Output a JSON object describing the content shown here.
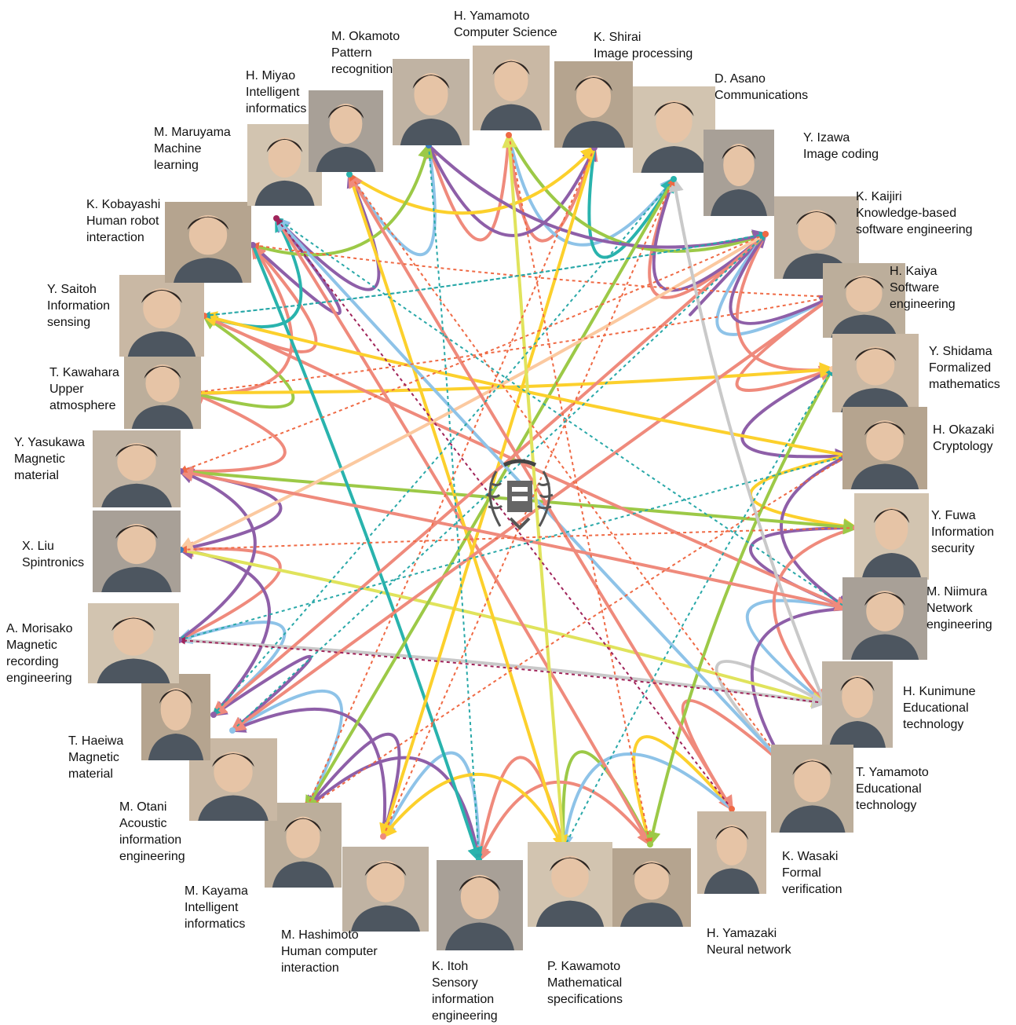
{
  "colors": {
    "blue": "#8ec3e8",
    "salmon": "#ef8a7c",
    "orange": "#f9a57a",
    "yellow": "#fcd02c",
    "purple": "#8e5fa8",
    "green": "#9cc947",
    "teal": "#29b3ad",
    "gray": "#c9c9c9",
    "peach": "#fbc9a0",
    "lime": "#e0e35c",
    "dashed_orange": "#ef6a45",
    "dashed_teal": "#29a8a8"
  },
  "emblem": {
    "icon": "university-crest-icon"
  },
  "members": [
    {
      "name": "H. Yamamoto",
      "field": [
        "Computer Science"
      ],
      "hub_color": "#ef6a45"
    },
    {
      "name": "K. Shirai",
      "field": [
        "Image processing"
      ],
      "hub_color": "#8e5fa8"
    },
    {
      "name": "D. Asano",
      "field": [
        "Communications"
      ],
      "hub_color": "#29b3ad"
    },
    {
      "name": "Y. Izawa",
      "field": [
        "Image coding"
      ],
      "hub_color": "#ef8a7c"
    },
    {
      "name": "K. Kaijiri",
      "field": [
        "Knowledge-based",
        "software engineering"
      ],
      "hub_color": "#ef6a45"
    },
    {
      "name": "H. Kaiya",
      "field": [
        "Software",
        "engineering"
      ],
      "hub_color": "#8ec3e8"
    },
    {
      "name": "Y. Shidama",
      "field": [
        "Formalized",
        "mathematics"
      ],
      "hub_color": "#fbc9a0"
    },
    {
      "name": "H. Okazaki",
      "field": [
        "Cryptology"
      ],
      "hub_color": "#fcd02c"
    },
    {
      "name": "Y. Fuwa",
      "field": [
        "Information",
        "security"
      ],
      "hub_color": "#ef8a7c"
    },
    {
      "name": "M. Niimura",
      "field": [
        "Network",
        "engineering"
      ],
      "hub_color": "#8ec3e8"
    },
    {
      "name": "H. Kunimune",
      "field": [
        "Educational",
        "technology"
      ],
      "hub_color": "#c9c9c9"
    },
    {
      "name": "T. Yamamoto",
      "field": [
        "Educational",
        "technology"
      ],
      "hub_color": "#ef8a7c"
    },
    {
      "name": "K. Wasaki",
      "field": [
        "Formal",
        "verification"
      ],
      "hub_color": "#ef6a45"
    },
    {
      "name": "H. Yamazaki",
      "field": [
        "Neural network"
      ],
      "hub_color": "#9cc947"
    },
    {
      "name": "P. Kawamoto",
      "field": [
        "Mathematical",
        "specifications"
      ],
      "hub_color": "#fbc9a0"
    },
    {
      "name": "K. Itoh",
      "field": [
        "Sensory",
        "information",
        "engineering"
      ],
      "hub_color": "#29b3ad"
    },
    {
      "name": "M. Hashimoto",
      "field": [
        "Human computer",
        "interaction"
      ],
      "hub_color": "#ef8a7c"
    },
    {
      "name": "M. Kayama",
      "field": [
        "Intelligent",
        "informatics"
      ],
      "hub_color": "#ef6a45"
    },
    {
      "name": "M. Otani",
      "field": [
        "Acoustic",
        "information",
        "engineering"
      ],
      "hub_color": "#8ec3e8"
    },
    {
      "name": "T. Haeiwa",
      "field": [
        "Magnetic",
        "material"
      ],
      "hub_color": "#8e5fa8"
    },
    {
      "name": "A. Morisako",
      "field": [
        "Magnetic",
        "recording",
        "engineering"
      ],
      "hub_color": "#8e5fa8"
    },
    {
      "name": "X. Liu",
      "field": [
        "Spintronics"
      ],
      "hub_color": "#3a7cc0"
    },
    {
      "name": "Y. Yasukawa",
      "field": [
        "Magnetic",
        "material"
      ],
      "hub_color": "#8e5fa8"
    },
    {
      "name": "T. Kawahara",
      "field": [
        "Upper",
        "atmosphere"
      ],
      "hub_color": "#8ec3e8"
    },
    {
      "name": "Y. Saitoh",
      "field": [
        "Information",
        "sensing"
      ],
      "hub_color": "#ef6a45"
    },
    {
      "name": "K. Kobayashi",
      "field": [
        "Human robot",
        "interaction"
      ],
      "hub_color": "#8e5fa8"
    },
    {
      "name": "M. Maruyama",
      "field": [
        "Machine",
        "learning"
      ],
      "hub_color": "#a0245a"
    },
    {
      "name": "H. Miyao",
      "field": [
        "Intelligent",
        "informatics"
      ],
      "hub_color": "#29b3ad"
    },
    {
      "name": "M. Okamoto",
      "field": [
        "Pattern",
        "recognition"
      ],
      "hub_color": "#3a7cc0"
    }
  ],
  "links": [
    {
      "from": 0,
      "to": 1,
      "color": "#ef8a7c",
      "style": "solid",
      "bend": 0.55
    },
    {
      "from": 0,
      "to": 28,
      "color": "#ef8a7c",
      "style": "solid",
      "bend": 0.55
    },
    {
      "from": 0,
      "to": 2,
      "color": "#8ec3e8",
      "style": "solid",
      "bend": 0.5
    },
    {
      "from": 28,
      "to": 1,
      "color": "#8e5fa8",
      "style": "solid",
      "bend": 0.5
    },
    {
      "from": 28,
      "to": 27,
      "color": "#8ec3e8",
      "style": "solid",
      "bend": 0.55
    },
    {
      "from": 1,
      "to": 2,
      "color": "#29b3ad",
      "style": "solid",
      "bend": 0.55
    },
    {
      "from": 2,
      "to": 3,
      "color": "#ef8a7c",
      "style": "solid",
      "bend": 0.6
    },
    {
      "from": 2,
      "to": 4,
      "color": "#8e5fa8",
      "style": "solid",
      "bend": 0.55
    },
    {
      "from": 3,
      "to": 4,
      "color": "#8e5fa8",
      "style": "solid",
      "bend": 0.6
    },
    {
      "from": 4,
      "to": 5,
      "color": "#8ec3e8",
      "style": "solid",
      "bend": 0.55
    },
    {
      "from": 5,
      "to": 6,
      "color": "#ef8a7c",
      "style": "solid",
      "bend": 0.6
    },
    {
      "from": 6,
      "to": 7,
      "color": "#8e5fa8",
      "style": "solid",
      "bend": 0.6
    },
    {
      "from": 7,
      "to": 8,
      "color": "#fcd02c",
      "style": "solid",
      "bend": 0.6
    },
    {
      "from": 8,
      "to": 9,
      "color": "#8e5fa8",
      "style": "solid",
      "bend": 0.6
    },
    {
      "from": 9,
      "to": 10,
      "color": "#8ec3e8",
      "style": "solid",
      "bend": 0.55
    },
    {
      "from": 10,
      "to": 11,
      "color": "#c9c9c9",
      "style": "solid",
      "bend": 0.6
    },
    {
      "from": 11,
      "to": 12,
      "color": "#ef8a7c",
      "style": "solid",
      "bend": 0.6
    },
    {
      "from": 12,
      "to": 13,
      "color": "#fcd02c",
      "style": "solid",
      "bend": 0.55
    },
    {
      "from": 13,
      "to": 14,
      "color": "#9cc947",
      "style": "solid",
      "bend": 0.55
    },
    {
      "from": 14,
      "to": 15,
      "color": "#ef8a7c",
      "style": "solid",
      "bend": 0.55
    },
    {
      "from": 15,
      "to": 16,
      "color": "#8ec3e8",
      "style": "solid",
      "bend": 0.55
    },
    {
      "from": 16,
      "to": 17,
      "color": "#8e5fa8",
      "style": "solid",
      "bend": 0.55
    },
    {
      "from": 17,
      "to": 18,
      "color": "#8ec3e8",
      "style": "solid",
      "bend": 0.55
    },
    {
      "from": 18,
      "to": 19,
      "color": "#8e5fa8",
      "style": "solid",
      "bend": 0.6
    },
    {
      "from": 19,
      "to": 20,
      "color": "#8ec3e8",
      "style": "solid",
      "bend": 0.55
    },
    {
      "from": 20,
      "to": 21,
      "color": "#ef8a7c",
      "style": "solid",
      "bend": 0.6
    },
    {
      "from": 21,
      "to": 22,
      "color": "#8e5fa8",
      "style": "solid",
      "bend": 0.6
    },
    {
      "from": 22,
      "to": 23,
      "color": "#ef8a7c",
      "style": "solid",
      "bend": 0.6
    },
    {
      "from": 23,
      "to": 24,
      "color": "#9cc947",
      "style": "solid",
      "bend": 0.6
    },
    {
      "from": 24,
      "to": 25,
      "color": "#ef8a7c",
      "style": "solid",
      "bend": 0.6
    },
    {
      "from": 25,
      "to": 26,
      "color": "#8e5fa8",
      "style": "solid",
      "bend": 0.6
    },
    {
      "from": 26,
      "to": 27,
      "color": "#8e5fa8",
      "style": "solid",
      "bend": 0.6
    },
    {
      "from": 20,
      "to": 22,
      "color": "#8e5fa8",
      "style": "solid",
      "bend": 0.45
    },
    {
      "from": 19,
      "to": 21,
      "color": "#8e5fa8",
      "style": "solid",
      "bend": 0.45
    },
    {
      "from": 7,
      "to": 9,
      "color": "#8e5fa8",
      "style": "solid",
      "bend": 0.4
    },
    {
      "from": 8,
      "to": 10,
      "color": "#ef8a7c",
      "style": "solid",
      "bend": 0.4
    },
    {
      "from": 9,
      "to": 11,
      "color": "#8e5fa8",
      "style": "solid",
      "bend": 0.4
    },
    {
      "from": 4,
      "to": 6,
      "color": "#ef8a7c",
      "style": "solid",
      "bend": 0.4
    },
    {
      "from": 3,
      "to": 5,
      "color": "#8e5fa8",
      "style": "solid",
      "bend": 0.45
    },
    {
      "from": 0,
      "to": 3,
      "color": "#9cc947",
      "style": "solid",
      "bend": 0.35
    },
    {
      "from": 27,
      "to": 1,
      "color": "#fcd02c",
      "style": "solid",
      "bend": 0.3
    },
    {
      "from": 28,
      "to": 3,
      "color": "#8e5fa8",
      "style": "solid",
      "bend": 0.3
    },
    {
      "from": 16,
      "to": 18,
      "color": "#8e5fa8",
      "style": "solid",
      "bend": 0.45
    },
    {
      "from": 15,
      "to": 17,
      "color": "#8e5fa8",
      "style": "solid",
      "bend": 0.45
    },
    {
      "from": 13,
      "to": 15,
      "color": "#ef8a7c",
      "style": "solid",
      "bend": 0.4
    },
    {
      "from": 14,
      "to": 16,
      "color": "#fcd02c",
      "style": "solid",
      "bend": 0.4
    },
    {
      "from": 12,
      "to": 14,
      "color": "#8ec3e8",
      "style": "solid",
      "bend": 0.45
    },
    {
      "from": 23,
      "to": 25,
      "color": "#ef8a7c",
      "style": "solid",
      "bend": 0.45
    },
    {
      "from": 24,
      "to": 26,
      "color": "#29b3ad",
      "style": "solid",
      "bend": 0.4
    },
    {
      "from": 25,
      "to": 28,
      "color": "#9cc947",
      "style": "solid",
      "bend": 0.3
    },
    {
      "from": 23,
      "to": 6,
      "color": "#fcd02c",
      "style": "solid",
      "bend": 0.1
    },
    {
      "from": 22,
      "to": 8,
      "color": "#9cc947",
      "style": "solid",
      "bend": 0.1
    },
    {
      "from": 24,
      "to": 9,
      "color": "#ef8a7c",
      "style": "solid",
      "bend": 0.12
    },
    {
      "from": 21,
      "to": 10,
      "color": "#e0e35c",
      "style": "solid",
      "bend": 0.1
    },
    {
      "from": 20,
      "to": 10,
      "color": "#c9c9c9",
      "style": "solid",
      "bend": 0.08
    },
    {
      "from": 26,
      "to": 13,
      "color": "#ef8a7c",
      "style": "solid",
      "bend": 0.12
    },
    {
      "from": 27,
      "to": 14,
      "color": "#fcd02c",
      "style": "solid",
      "bend": 0.1
    },
    {
      "from": 25,
      "to": 15,
      "color": "#29b3ad",
      "style": "solid",
      "bend": 0.08
    },
    {
      "from": 1,
      "to": 16,
      "color": "#fcd02c",
      "style": "solid",
      "bend": 0.1
    },
    {
      "from": 2,
      "to": 17,
      "color": "#9cc947",
      "style": "solid",
      "bend": 0.12
    },
    {
      "from": 3,
      "to": 19,
      "color": "#ef8a7c",
      "style": "solid",
      "bend": 0.1
    },
    {
      "from": 4,
      "to": 21,
      "color": "#fbc9a0",
      "style": "solid",
      "bend": 0.12
    },
    {
      "from": 5,
      "to": 18,
      "color": "#ef8a7c",
      "style": "solid",
      "bend": 0.1
    },
    {
      "from": 6,
      "to": 13,
      "color": "#9cc947",
      "style": "solid",
      "bend": 0.15
    },
    {
      "from": 7,
      "to": 24,
      "color": "#fcd02c",
      "style": "solid",
      "bend": 0.1
    },
    {
      "from": 11,
      "to": 26,
      "color": "#8ec3e8",
      "style": "solid",
      "bend": 0.12
    },
    {
      "from": 10,
      "to": 2,
      "color": "#c9c9c9",
      "style": "solid",
      "bend": 0.12
    },
    {
      "from": 12,
      "to": 27,
      "color": "#ef8a7c",
      "style": "solid",
      "bend": 0.1
    },
    {
      "from": 14,
      "to": 0,
      "color": "#e0e35c",
      "style": "solid",
      "bend": 0.08
    },
    {
      "from": 9,
      "to": 22,
      "color": "#ef8a7c",
      "style": "solid",
      "bend": 0.1
    },
    {
      "from": 0,
      "to": 13,
      "color": "#ef6a45",
      "style": "dashed",
      "bend": 0.05
    },
    {
      "from": 28,
      "to": 15,
      "color": "#29a8a8",
      "style": "dashed",
      "bend": 0.05
    },
    {
      "from": 1,
      "to": 17,
      "color": "#ef6a45",
      "style": "dashed",
      "bend": 0.06
    },
    {
      "from": 2,
      "to": 19,
      "color": "#29a8a8",
      "style": "dashed",
      "bend": 0.05
    },
    {
      "from": 3,
      "to": 22,
      "color": "#ef6a45",
      "style": "dashed",
      "bend": 0.06
    },
    {
      "from": 4,
      "to": 24,
      "color": "#29a8a8",
      "style": "dashed",
      "bend": 0.05
    },
    {
      "from": 5,
      "to": 25,
      "color": "#ef6a45",
      "style": "dashed",
      "bend": 0.06
    },
    {
      "from": 7,
      "to": 20,
      "color": "#29a8a8",
      "style": "dashed",
      "bend": 0.05
    },
    {
      "from": 8,
      "to": 21,
      "color": "#ef6a45",
      "style": "dashed",
      "bend": 0.06
    },
    {
      "from": 9,
      "to": 26,
      "color": "#29a8a8",
      "style": "dashed",
      "bend": 0.05
    },
    {
      "from": 10,
      "to": 20,
      "color": "#a0245a",
      "style": "dashed",
      "bend": 0.05
    },
    {
      "from": 11,
      "to": 27,
      "color": "#ef6a45",
      "style": "dashed",
      "bend": 0.06
    },
    {
      "from": 12,
      "to": 26,
      "color": "#a0245a",
      "style": "dashed",
      "bend": 0.05
    },
    {
      "from": 16,
      "to": 2,
      "color": "#ef6a45",
      "style": "dashed",
      "bend": 0.06
    },
    {
      "from": 18,
      "to": 3,
      "color": "#29a8a8",
      "style": "dashed",
      "bend": 0.05
    },
    {
      "from": 23,
      "to": 5,
      "color": "#ef6a45",
      "style": "dashed",
      "bend": 0.06
    },
    {
      "from": 24,
      "to": 4,
      "color": "#29a8a8",
      "style": "dashed",
      "bend": 0.05
    },
    {
      "from": 17,
      "to": 7,
      "color": "#ef6a45",
      "style": "dashed",
      "bend": 0.06
    },
    {
      "from": 14,
      "to": 6,
      "color": "#29a8a8",
      "style": "dashed",
      "bend": 0.05
    }
  ]
}
